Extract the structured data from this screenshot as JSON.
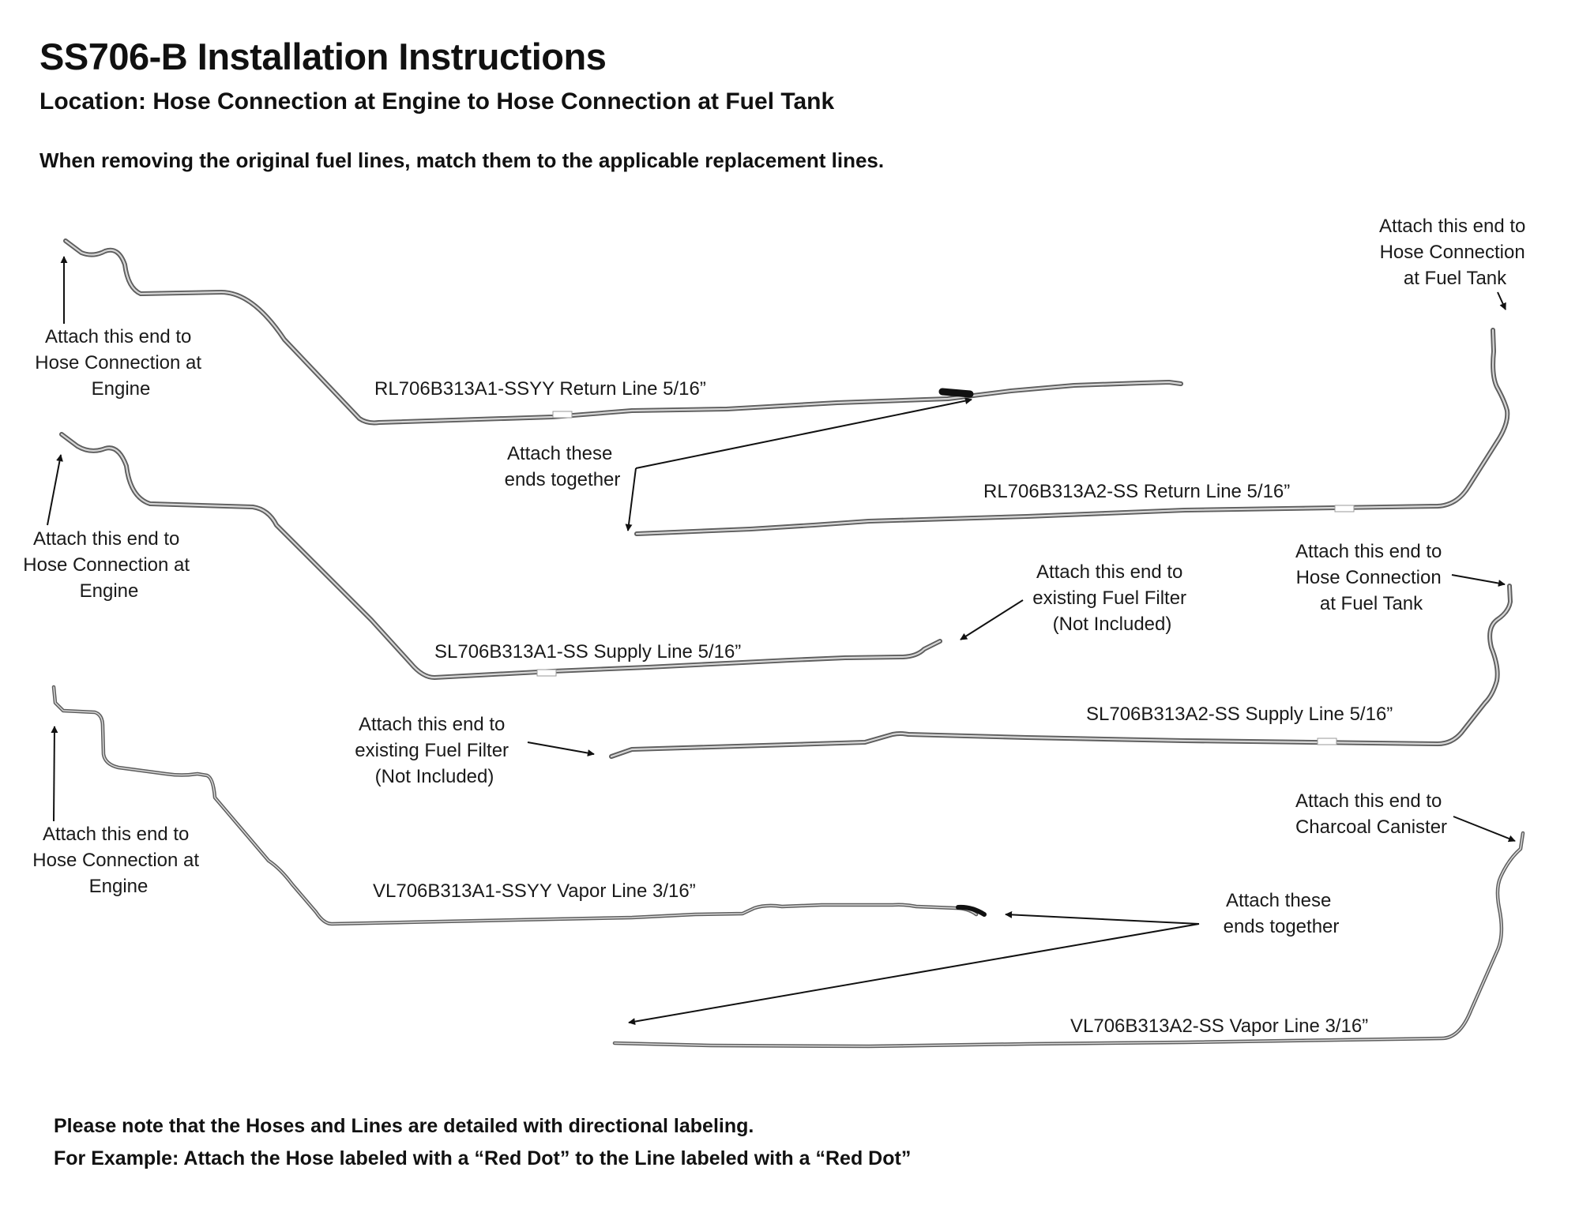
{
  "header": {
    "title": "SS706-B Installation Instructions",
    "subtitle": "Location:  Hose Connection at Engine to Hose Connection at Fuel Tank",
    "instruction": "When removing the original fuel lines, match them to the applicable replacement lines."
  },
  "parts": {
    "rl_a1": "RL706B313A1-SSYY Return Line 5/16”",
    "rl_a2": "RL706B313A2-SS Return Line 5/16”",
    "sl_a1": "SL706B313A1-SS Supply Line 5/16”",
    "sl_a2": "SL706B313A2-SS  Supply Line 5/16”",
    "vl_a1": "VL706B313A1-SSYY Vapor Line 3/16”",
    "vl_a2": "VL706B313A2-SS  Vapor Line 3/16”"
  },
  "callouts": {
    "engine_return": [
      "Attach this end to",
      "Hose Connection at",
      "Engine"
    ],
    "engine_supply": [
      "Attach this end to",
      "Hose Connection at",
      "Engine"
    ],
    "engine_vapor": [
      "Attach this end to",
      "Hose Connection at",
      "Engine"
    ],
    "tank_return": [
      "Attach this end to",
      "Hose Connection",
      "at Fuel Tank"
    ],
    "tank_supply": [
      "Attach this end to",
      "Hose Connection",
      "at Fuel Tank"
    ],
    "join_return": [
      "Attach these",
      "ends together"
    ],
    "join_vapor": [
      "Attach these",
      "ends together"
    ],
    "filter_a1": [
      "Attach this end to",
      "existing Fuel Filter",
      "(Not  Included)"
    ],
    "filter_a2": [
      "Attach this end to",
      "existing Fuel Filter",
      "(Not  Included)"
    ],
    "canister": [
      "Attach this end to",
      "Charcoal Canister"
    ]
  },
  "footer": {
    "note1": "Please note that the Hoses and Lines are detailed with directional labeling.",
    "note2": "For Example: Attach the Hose labeled with a “Red Dot” to the Line labeled with a “Red Dot”"
  }
}
